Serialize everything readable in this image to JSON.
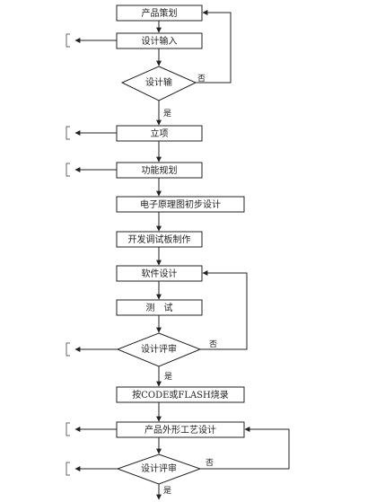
{
  "flowchart": {
    "steps": [
      {
        "label": "产品策划"
      },
      {
        "label": "设计输入"
      },
      {
        "label": "立项"
      },
      {
        "label": "功能规划"
      },
      {
        "label": "电子原理图初步设计"
      },
      {
        "label": "开发调试板制作"
      },
      {
        "label": "软件设计"
      },
      {
        "label": "测　试"
      },
      {
        "label": "按CODE或FLASH烧录"
      },
      {
        "label": "产品外形工艺设计"
      }
    ],
    "decisions": [
      {
        "label": "设计输",
        "no_label": "否",
        "yes_label": "是"
      },
      {
        "label": "设计评审",
        "no_label": "否",
        "yes_label": "是"
      },
      {
        "label": "设计评审",
        "no_label": "否",
        "yes_label": "是"
      }
    ],
    "colors": {
      "line": "#222222",
      "box_fill": "#ffffff",
      "background": "#ffffff"
    }
  }
}
